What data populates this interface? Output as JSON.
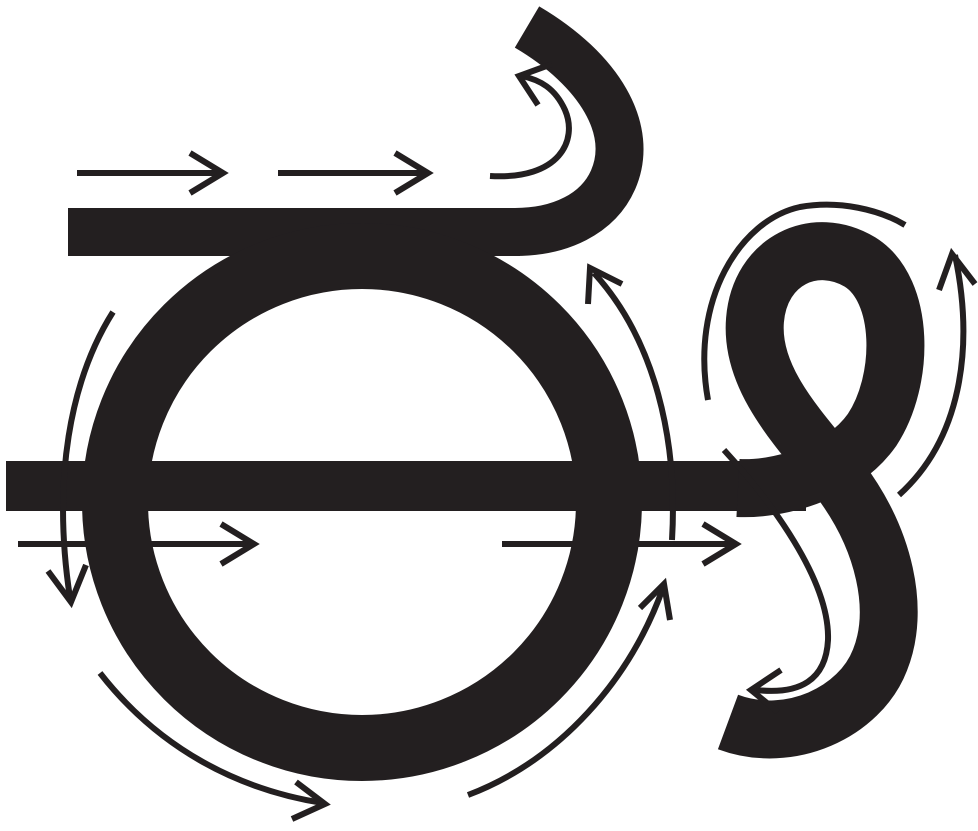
{
  "figure": {
    "colors": {
      "ink": "#231f20",
      "background": "#ffffff"
    },
    "strokes": [
      {
        "name": "top-hook-stroke"
      },
      {
        "name": "top-bar-stroke"
      },
      {
        "name": "main-circle-stroke"
      },
      {
        "name": "middle-bar-stroke"
      },
      {
        "name": "right-loop-stroke"
      }
    ],
    "direction_arrows": [
      {
        "name": "arrow-top-bar-1"
      },
      {
        "name": "arrow-top-bar-2"
      },
      {
        "name": "arrow-top-hook"
      },
      {
        "name": "arrow-circle-left"
      },
      {
        "name": "arrow-circle-bottom"
      },
      {
        "name": "arrow-circle-bottom-right"
      },
      {
        "name": "arrow-circle-right-up"
      },
      {
        "name": "arrow-middle-bar-left"
      },
      {
        "name": "arrow-middle-bar-right"
      },
      {
        "name": "arrow-loop-top"
      },
      {
        "name": "arrow-loop-right"
      },
      {
        "name": "arrow-loop-bottom"
      }
    ]
  }
}
